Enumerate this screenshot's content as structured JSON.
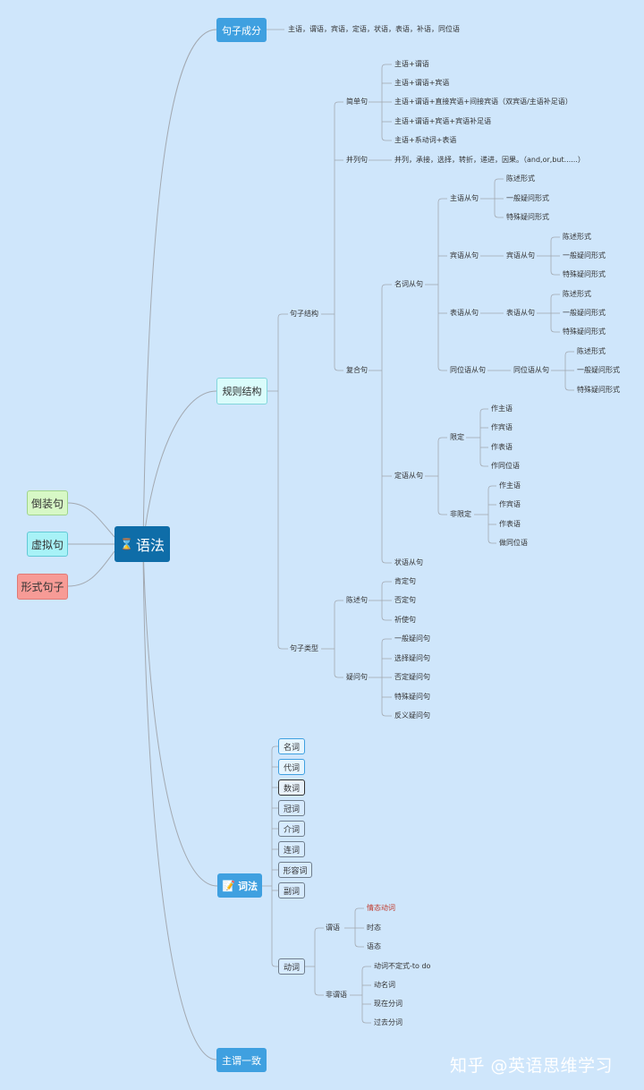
{
  "root": {
    "label": "语法",
    "icon": "hourglass-icon"
  },
  "left_nodes": [
    {
      "key": "inversion",
      "label": "倒装句"
    },
    {
      "key": "subjunctive",
      "label": "虚拟句"
    },
    {
      "key": "formal-subject",
      "label": "形式句子"
    }
  ],
  "sentence_components": {
    "label": "句子成分",
    "items": "主语，谓语，宾语，定语，状语，表语，补语，同位语"
  },
  "regular_structure": {
    "label": "规则结构",
    "sentence_structure": {
      "label": "句子结构",
      "simple": {
        "label": "简单句",
        "patterns": [
          "主语+谓语",
          "主语+谓语+宾语",
          "主语+谓语+直接宾语+间接宾语（双宾语/主语补足语）",
          "主语+谓语+宾语+宾语补足语",
          "主语+系动词+表语"
        ]
      },
      "compound": {
        "label": "并列句",
        "desc": "并列，承接，选择，转折，递进，因果。（and,or,but......）"
      },
      "complex": {
        "label": "复合句",
        "noun_clause": {
          "label": "名词从句",
          "subject_clause": {
            "label": "主语从句",
            "forms": [
              "陈述形式",
              "一般疑问形式",
              "特殊疑问形式"
            ]
          },
          "object_clause": {
            "label": "宾语从句",
            "sub": "宾语从句",
            "forms": [
              "陈述形式",
              "一般疑问形式",
              "特殊疑问形式"
            ]
          },
          "predicative_clause": {
            "label": "表语从句",
            "sub": "表语从句",
            "forms": [
              "陈述形式",
              "一般疑问形式",
              "特殊疑问形式"
            ]
          },
          "appositive_clause": {
            "label": "同位语从句",
            "sub": "同位语从句",
            "forms": [
              "陈述形式",
              "一般疑问形式",
              "特殊疑问形式"
            ]
          }
        },
        "attributive_clause": {
          "label": "定语从句",
          "restrictive": {
            "label": "限定",
            "items": [
              "作主语",
              "作宾语",
              "作表语",
              "作同位语"
            ]
          },
          "nonrestrictive": {
            "label": "非限定",
            "items": [
              "作主语",
              "作宾语",
              "作表语",
              "做同位语"
            ]
          }
        },
        "adverbial_clause": {
          "label": "状语从句"
        }
      }
    },
    "sentence_types": {
      "label": "句子类型",
      "declarative": {
        "label": "陈述句",
        "items": [
          "肯定句",
          "否定句",
          "祈使句"
        ]
      },
      "interrogative": {
        "label": "疑问句",
        "items": [
          "一般疑问句",
          "选择疑问句",
          "否定疑问句",
          "特殊疑问句",
          "反义疑问句"
        ]
      }
    }
  },
  "morphology": {
    "label": "词法",
    "icon": "memo-icon",
    "pos": [
      {
        "label": "名词",
        "style": "b"
      },
      {
        "label": "代词",
        "style": "b"
      },
      {
        "label": "数词",
        "style": "d"
      },
      {
        "label": "冠词",
        "style": "n"
      },
      {
        "label": "介词",
        "style": "n"
      },
      {
        "label": "连词",
        "style": "n"
      },
      {
        "label": "形容词",
        "style": "n"
      },
      {
        "label": "副词",
        "style": "n"
      }
    ],
    "verb": {
      "label": "动词",
      "finite": {
        "label": "谓语",
        "items": [
          "情态动词",
          "时态",
          "语态"
        ]
      },
      "nonfinite": {
        "label": "非谓语",
        "items": [
          "动词不定式-to do",
          "动名词",
          "现在分词",
          "过去分词"
        ]
      }
    }
  },
  "agreement": {
    "label": "主谓一致"
  },
  "watermark": "知乎 @英语思维学习",
  "colors": {
    "line": "#a3a9b1",
    "accent": "#3fa0e0",
    "root": "#0f6da8",
    "highlight": "#c0392b"
  }
}
